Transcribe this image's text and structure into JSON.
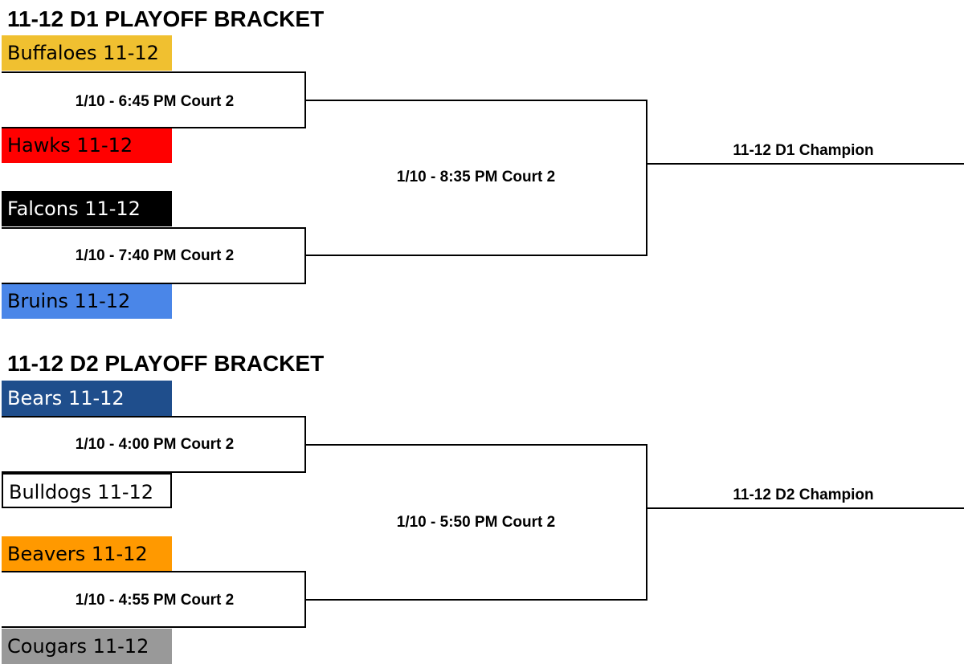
{
  "brackets": [
    {
      "title": "11-12 D1 PLAYOFF BRACKET",
      "teams": [
        {
          "name": "Buffaloes 11-12",
          "bg": "#f0c030",
          "fg": "#000000"
        },
        {
          "name": "Hawks 11-12",
          "bg": "#ff0000",
          "fg": "#000000"
        },
        {
          "name": "Falcons 11-12",
          "bg": "#000000",
          "fg": "#ffffff"
        },
        {
          "name": "Bruins 11-12",
          "bg": "#4a86e8",
          "fg": "#000000"
        }
      ],
      "games": [
        "1/10 - 6:45 PM Court 2",
        "1/10 - 7:40 PM Court 2"
      ],
      "final": "1/10 - 8:35 PM Court 2",
      "champion": "11-12 D1 Champion"
    },
    {
      "title": "11-12 D2 PLAYOFF BRACKET",
      "teams": [
        {
          "name": "Bears 11-12",
          "bg": "#1f4e8c",
          "fg": "#ffffff"
        },
        {
          "name": "Bulldogs 11-12",
          "bg": "#ffffff",
          "fg": "#000000",
          "border": "#000000"
        },
        {
          "name": "Beavers 11-12",
          "bg": "#ff9900",
          "fg": "#000000"
        },
        {
          "name": "Cougars 11-12",
          "bg": "#999999",
          "fg": "#000000"
        }
      ],
      "games": [
        "1/10 - 4:00 PM Court 2",
        "1/10 - 4:55 PM Court 2"
      ],
      "final": "1/10 - 5:50 PM Court 2",
      "champion": "11-12 D2 Champion"
    }
  ]
}
